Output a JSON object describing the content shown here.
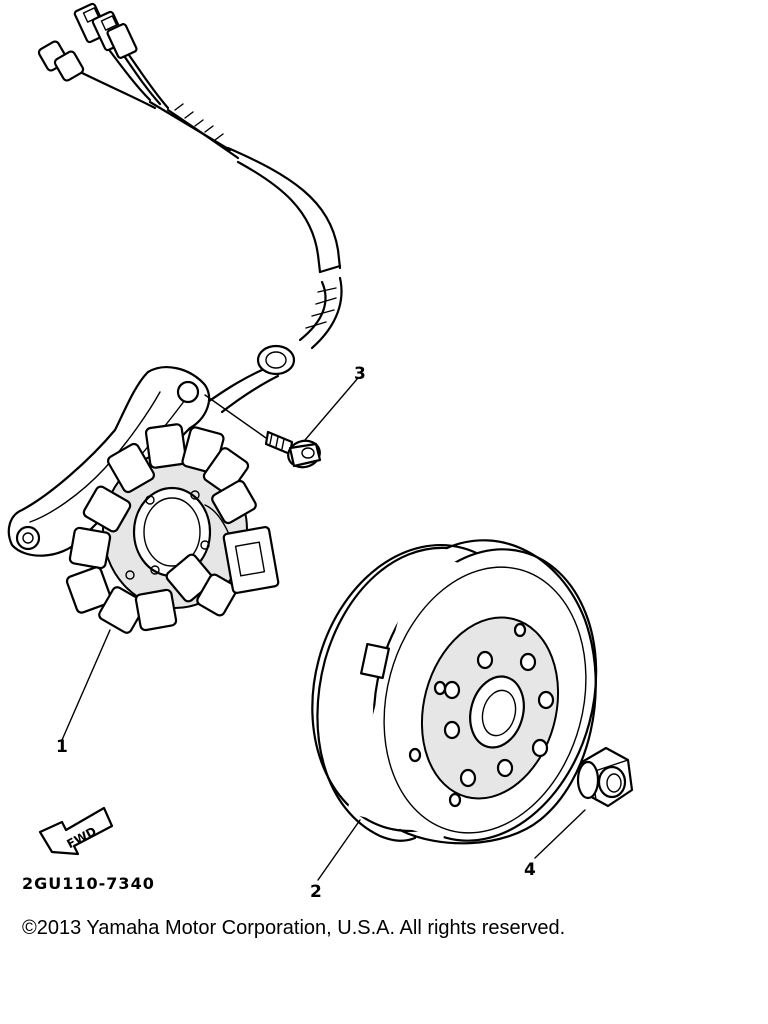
{
  "diagram": {
    "callouts": [
      {
        "id": "1",
        "label": "1"
      },
      {
        "id": "2",
        "label": "2"
      },
      {
        "id": "3",
        "label": "3"
      },
      {
        "id": "4",
        "label": "4"
      }
    ],
    "direction_label": "FWD",
    "diagram_code": "2GU110-7340"
  },
  "footer": {
    "copyright": "©2013 Yamaha Motor Corporation, U.S.A. All rights reserved."
  }
}
